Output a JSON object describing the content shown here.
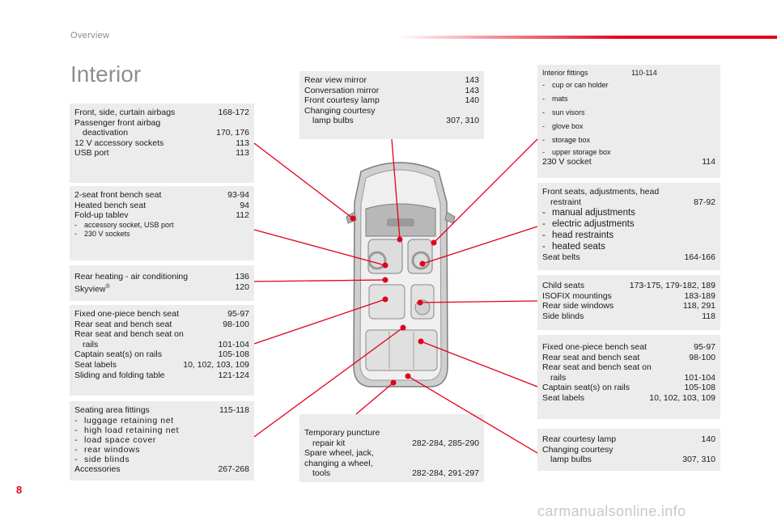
{
  "header": "Overview",
  "title": "Interior",
  "page_number": "8",
  "watermark": "carmanualsonline.info",
  "accent_color": "#e2001a",
  "box_airbags": [
    {
      "t": "Front, side, curtain airbags",
      "v": "168-172"
    },
    {
      "t1": "Passenger front airbag",
      "t2": "deactivation",
      "v": "170, 176"
    },
    {
      "t": "12 V accessory sockets",
      "v": "113"
    },
    {
      "t": "USB port",
      "v": "113"
    }
  ],
  "box_bench": {
    "rows": [
      {
        "t": "2-seat front bench seat",
        "v": "93-94"
      },
      {
        "t": "Heated bench seat",
        "v": "94"
      },
      {
        "t": "Fold-up tablev",
        "v": "112"
      }
    ],
    "subs": [
      "accessory socket, USB port",
      "230 V sockets"
    ]
  },
  "box_heating": [
    {
      "t": "Rear heating - air conditioning",
      "v": "136"
    },
    {
      "t": "Skyview",
      "sup": "®",
      "v": "120"
    }
  ],
  "box_fixed_left": [
    {
      "t": "Fixed one-piece bench seat",
      "v": "95-97"
    },
    {
      "t": "Rear seat and bench seat",
      "v": "98-100"
    },
    {
      "t1": "Rear seat and bench seat on",
      "t2": "rails",
      "v": "101-104"
    },
    {
      "t": "Captain seat(s) on rails",
      "v": "105-108"
    },
    {
      "t": "Seat labels",
      "v": "10, 102, 103, 109"
    },
    {
      "t": "Sliding and folding table",
      "v": "121-124"
    }
  ],
  "box_seating_area": {
    "first": {
      "t": "Seating area fittings",
      "v": "115-118"
    },
    "subs": [
      "luggage retaining net",
      "high load retaining net",
      "load space cover",
      "rear windows",
      "side blinds"
    ],
    "last": {
      "t": "Accessories",
      "v": "267-268"
    }
  },
  "box_mirror": [
    {
      "t": "Rear view mirror",
      "v": "143"
    },
    {
      "t": "Conversation mirror",
      "v": "143"
    },
    {
      "t": "Front courtesy lamp",
      "v": "140"
    },
    {
      "t1": "Changing courtesy",
      "t2": "lamp bulbs",
      "v": "307, 310"
    }
  ],
  "box_puncture": [
    {
      "t1": "Temporary puncture",
      "t2": "repair kit",
      "v": "282-284, 285-290"
    },
    {
      "t1": "Spare wheel, jack, changing a wheel,",
      "t2": "tools",
      "v": "282-284, 291-297"
    }
  ],
  "box_fittings": {
    "first": {
      "t": "Interior fittings",
      "v": "110-114"
    },
    "subs": [
      "cup or can holder",
      "mats",
      "sun visors",
      "glove box",
      "storage box",
      "upper storage box"
    ],
    "last": {
      "t": "230 V socket",
      "v": "114"
    }
  },
  "box_front_seats": {
    "first": {
      "t1": "Front seats, adjustments, head",
      "t2": "restraint",
      "v": "87-92"
    },
    "subs": [
      "manual adjustments",
      "electric adjustments",
      "head restraints",
      "heated seats"
    ],
    "last": {
      "t": "Seat belts",
      "v": "164-166"
    }
  },
  "box_child": [
    {
      "t": "Child seats",
      "v": "173-175, 179-182, 189"
    },
    {
      "t": "ISOFIX mountings",
      "v": "183-189"
    },
    {
      "t": "Rear side windows",
      "v": "118, 291"
    },
    {
      "t": "Side blinds",
      "v": "118"
    }
  ],
  "box_fixed_right": [
    {
      "t": "Fixed one-piece bench seat",
      "v": "95-97"
    },
    {
      "t": "Rear seat and bench seat",
      "v": "98-100"
    },
    {
      "t1": "Rear seat and bench seat on",
      "t2": "rails",
      "v": "101-104"
    },
    {
      "t": "Captain seat(s) on rails",
      "v": "105-108"
    },
    {
      "t": "Seat labels",
      "v": "10, 102, 103, 109"
    }
  ],
  "box_rear_lamp": [
    {
      "t": "Rear courtesy lamp",
      "v": "140"
    },
    {
      "t1": "Changing courtesy",
      "t2": "lamp bulbs",
      "v": "307, 310"
    }
  ]
}
